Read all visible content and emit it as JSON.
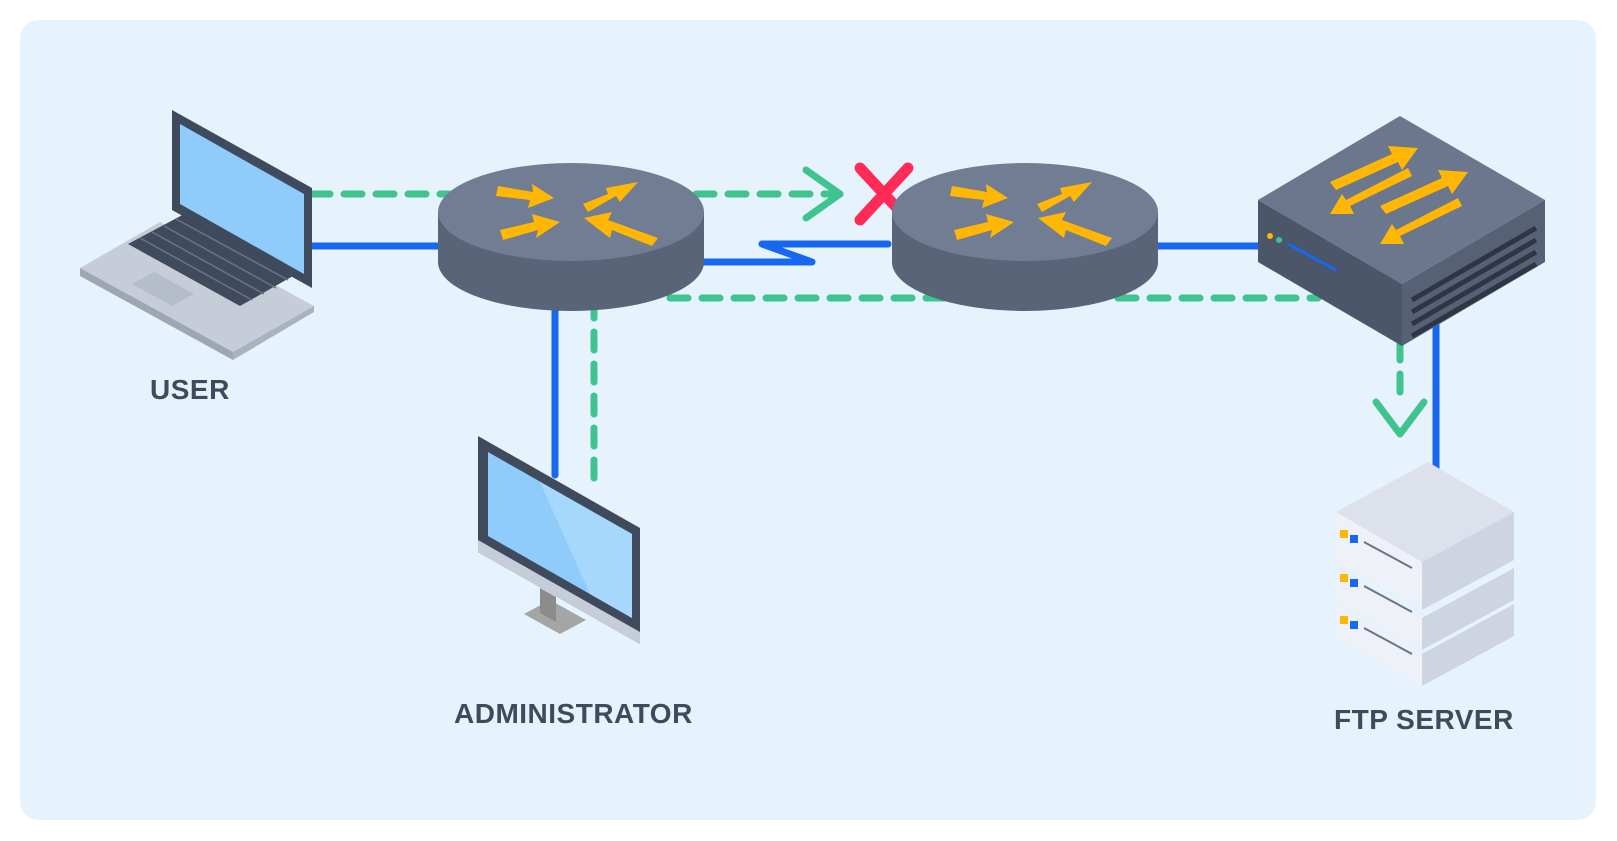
{
  "labels": {
    "user": "USER",
    "administrator": "ADMINISTRATOR",
    "ftp_server": "FTP SERVER"
  },
  "colors": {
    "background": "#e6f3fc",
    "physical_link": "#1767f0",
    "traffic_path": "#3fc48f",
    "blocked": "#ff2a55",
    "router_top": "#717d93",
    "router_side": "#586478",
    "arrow": "#ffb703",
    "label_text": "#3f4a5c"
  },
  "icons": {
    "user": "laptop-icon",
    "administrator": "desktop-monitor-icon",
    "router": "router-icon",
    "firewall": "layer3-switch-icon",
    "ftp_server": "server-stack-icon",
    "blocked": "x-mark-icon"
  }
}
